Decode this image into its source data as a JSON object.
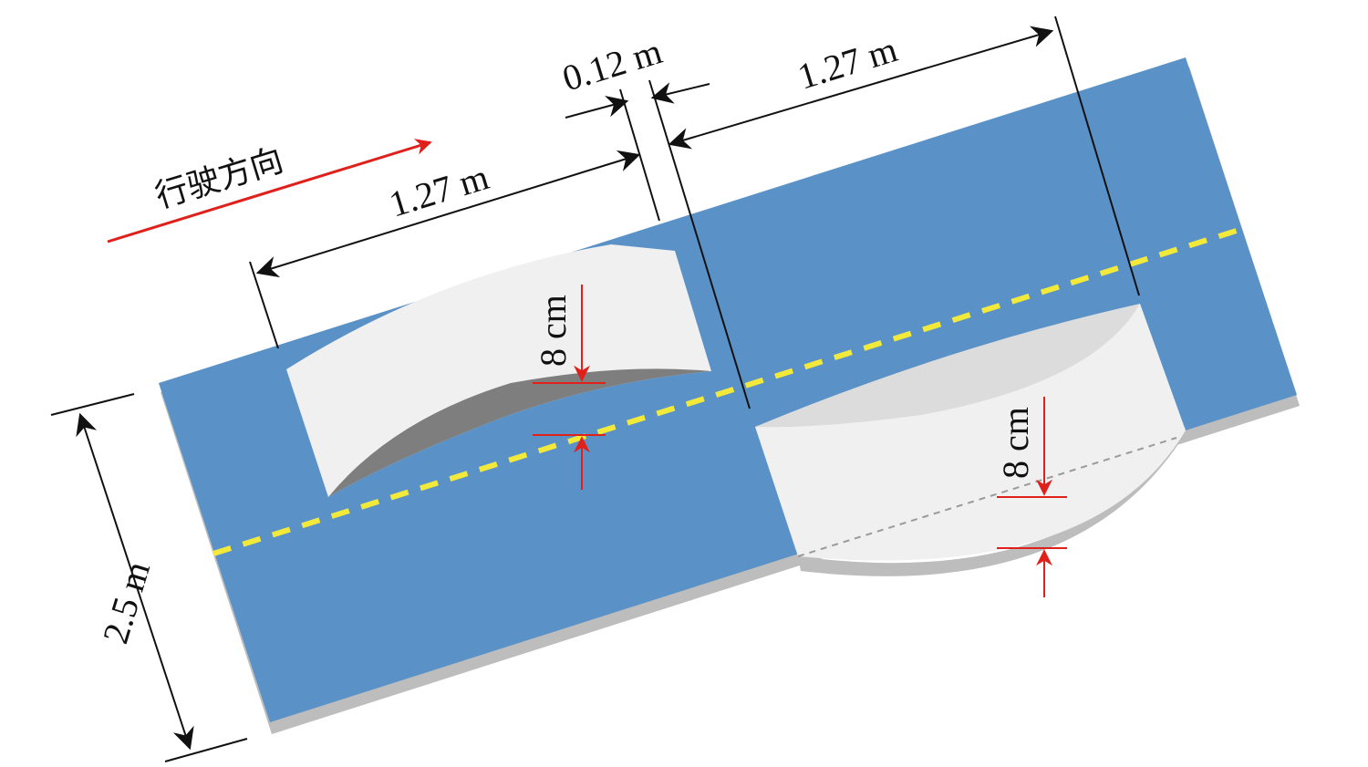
{
  "diagram": {
    "direction_label": "行驶方向",
    "dimensions": {
      "bump_length_1": "1.27 m",
      "bump_length_2": "1.27 m",
      "gap": "0.12 m",
      "width": "2.5 m",
      "height_1": "8 cm",
      "height_2": "8 cm"
    },
    "colors": {
      "road": "#5A92C8",
      "road_shadow": "#BDBDBD",
      "bump_face": "#F0F0F0",
      "bump_dark": "#7E7E7E",
      "bump_light": "#DCDCDC",
      "centerline": "#F2E93A",
      "direction_arrow": "#E0201B",
      "height_marker": "#E0201B",
      "dimension_line": "#111111"
    },
    "icons": {
      "direction_arrow": "arrow-right-icon"
    }
  }
}
